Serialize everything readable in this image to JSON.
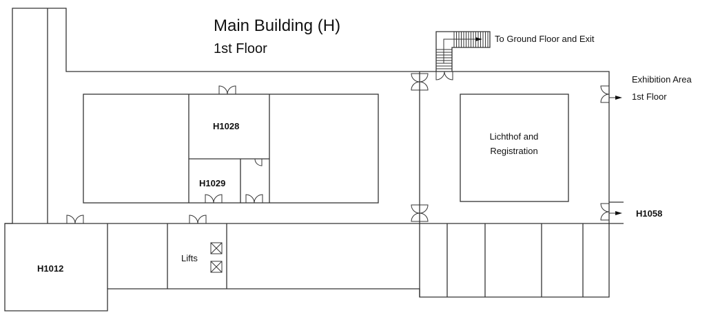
{
  "title": "Main Building (H)",
  "floor": "1st Floor",
  "rooms": {
    "h1028": "H1028",
    "h1029": "H1029",
    "h1012": "H1012",
    "h1058": "H1058",
    "lifts": "Lifts",
    "lichthof_line1": "Lichthof and",
    "lichthof_line2": "Registration"
  },
  "exits": {
    "stairs": "To Ground Floor and Exit",
    "exhibition_line1": "Exhibition Area",
    "exhibition_line2": "1st Floor"
  }
}
